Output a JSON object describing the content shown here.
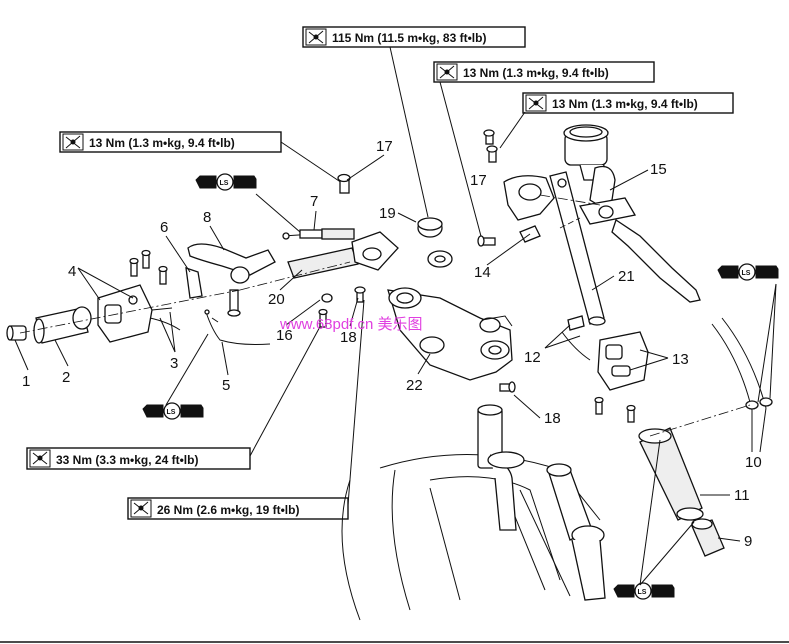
{
  "torque_specs": [
    {
      "id": "t1",
      "text": "115 Nm (11.5 m•kg, 83 ft•lb)"
    },
    {
      "id": "t2",
      "text": "13 Nm (1.3 m•kg, 9.4 ft•lb)"
    },
    {
      "id": "t3",
      "text": "13 Nm (1.3 m•kg, 9.4 ft•lb)"
    },
    {
      "id": "t4",
      "text": "13 Nm (1.3 m•kg, 9.4 ft•lb)"
    },
    {
      "id": "t5",
      "text": "33 Nm (3.3 m•kg, 24 ft•lb)"
    },
    {
      "id": "t6",
      "text": "26 Nm (2.6 m•kg, 19 ft•lb)"
    }
  ],
  "lubricant_badge": "LS",
  "part_numbers": [
    "1",
    "2",
    "3",
    "4",
    "5",
    "6",
    "7",
    "8",
    "9",
    "10",
    "11",
    "12",
    "13",
    "14",
    "15",
    "16",
    "17",
    "17",
    "18",
    "18",
    "19",
    "20",
    "21",
    "22"
  ],
  "watermark": "www.68pdf.cn 美乐图",
  "colors": {
    "line": "#111111",
    "watermark": "#e040e0",
    "background": "#ffffff"
  }
}
